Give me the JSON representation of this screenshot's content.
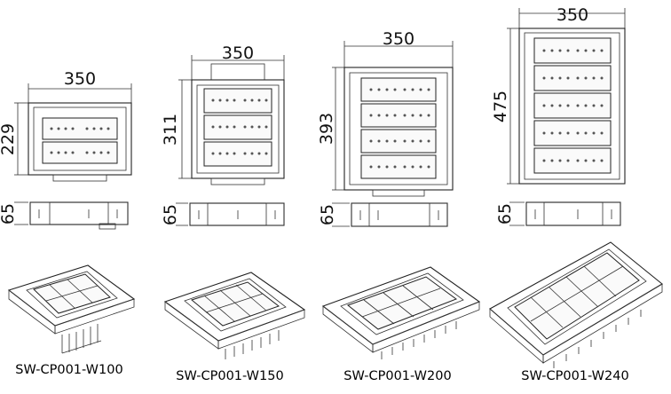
{
  "products": [
    {
      "model": "SW-CP001-W100",
      "width_dim": "350",
      "height_dim": "229",
      "depth_dim": "65",
      "module_rows": 2
    },
    {
      "model": "SW-CP001-W150",
      "width_dim": "350",
      "height_dim": "311",
      "depth_dim": "65",
      "module_rows": 3
    },
    {
      "model": "SW-CP001-W200",
      "width_dim": "350",
      "height_dim": "393",
      "depth_dim": "65",
      "module_rows": 4
    },
    {
      "model": "SW-CP001-W240",
      "width_dim": "350",
      "height_dim": "475",
      "depth_dim": "65",
      "module_rows": 5
    }
  ]
}
